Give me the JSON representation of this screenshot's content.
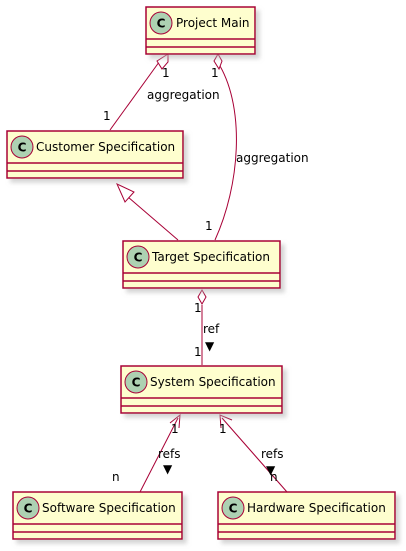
{
  "diagram": {
    "colors": {
      "class_fill": "#FEFECE",
      "border": "#A80036",
      "icon_fill": "#ADD1B2",
      "shadow": "#b8b8b8",
      "text": "#000000"
    },
    "class_icon_letter": "C",
    "classes": {
      "project_main": "Project Main",
      "customer_spec": "Customer Specification",
      "target_spec": "Target Specification",
      "system_spec": "System Specification",
      "software_spec": "Software Specification",
      "hardware_spec": "Hardware Specification"
    },
    "relations": {
      "main_customer": {
        "type": "aggregation",
        "label": "aggregation",
        "card_source": "1",
        "card_target": "1"
      },
      "main_target": {
        "type": "aggregation",
        "label": "aggregation",
        "card_source": "1",
        "card_target": "1"
      },
      "target_customer": {
        "type": "inheritance"
      },
      "target_system": {
        "type": "aggregation",
        "label": "ref",
        "label_arrow": "▼",
        "card_source": "1",
        "card_target": "1"
      },
      "software_system": {
        "type": "association",
        "label": "refs",
        "label_arrow": "▼",
        "card_source": "n",
        "card_target": "1"
      },
      "hardware_system": {
        "type": "association",
        "label": "refs",
        "label_arrow": "▼",
        "card_source": "n",
        "card_target": "1"
      }
    }
  }
}
